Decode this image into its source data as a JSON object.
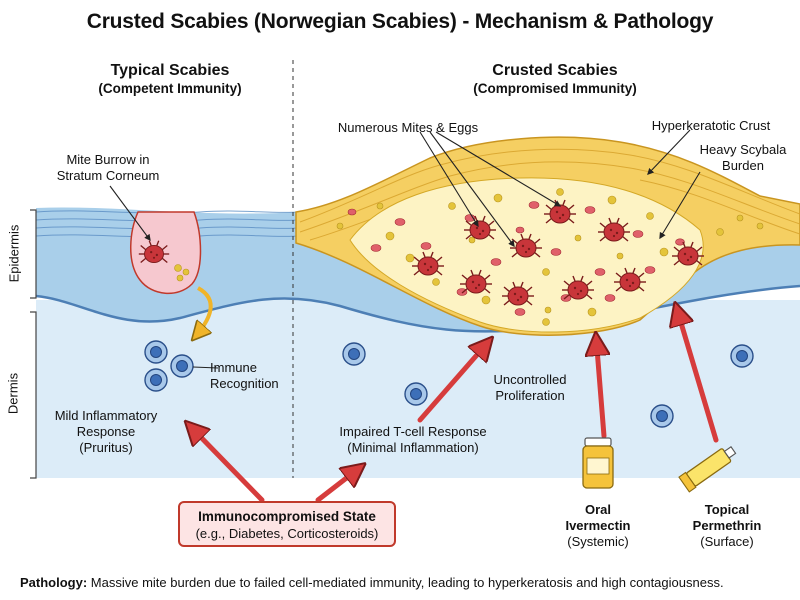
{
  "title": "Crusted Scabies (Norwegian Scabies) - Mechanism & Pathology",
  "typical": {
    "heading": "Typical Scabies",
    "subheading": "(Competent Immunity)"
  },
  "crusted": {
    "heading": "Crusted Scabies",
    "subheading": "(Compromised Immunity)"
  },
  "layers": {
    "epidermis": "Epidermis",
    "dermis": "Dermis"
  },
  "labels": {
    "burrow": [
      "Mite Burrow in",
      "Stratum Corneum"
    ],
    "immune": [
      "Immune",
      "Recognition"
    ],
    "mild": [
      "Mild Inflammatory",
      "Response",
      "(Pruritus)"
    ],
    "mites_eggs": "Numerous Mites & Eggs",
    "crust": "Hyperkeratotic Crust",
    "scybala": [
      "Heavy Scybala",
      "Burden"
    ],
    "uncontrolled": [
      "Uncontrolled",
      "Proliferation"
    ],
    "tcell": [
      "Impaired T-cell Response",
      "(Minimal Inflammation)"
    ]
  },
  "state_box": {
    "title": "Immunocompromised State",
    "subtitle": "(e.g., Diabetes, Corticosteroids)"
  },
  "treatments": {
    "oral": {
      "name": [
        "Oral",
        "Ivermectin"
      ],
      "note": "(Systemic)"
    },
    "topical": {
      "name": [
        "Topical",
        "Permethrin"
      ],
      "note": "(Surface)"
    }
  },
  "footer": {
    "prefix": "Pathology:",
    "text": " Massive mite burden due to failed cell-mediated immunity, leading to hyperkeratosis and high contagiousness."
  },
  "colors": {
    "epidermis": "#a9cfea",
    "dermis": "#dcecf8",
    "crust": "#f5cf62",
    "mite": "#c8353a",
    "arrow": "#d63c3c",
    "lesion": "#fdf3c4"
  }
}
